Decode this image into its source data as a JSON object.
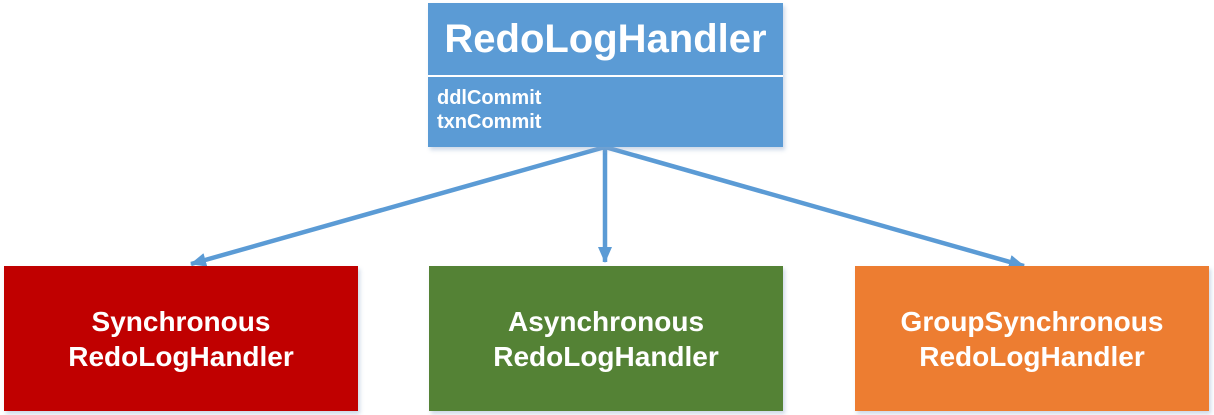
{
  "colors": {
    "parent_blue": "#5B9BD5",
    "synchronous_red": "#C00000",
    "asynchronous_green": "#548235",
    "group_synchronous_orange": "#ED7D31",
    "arrow_blue": "#5B9BD5"
  },
  "parent": {
    "name": "RedoLogHandler",
    "methods": [
      "ddlCommit",
      "txnCommit"
    ]
  },
  "children": [
    {
      "line1": "Synchronous",
      "line2": "RedoLogHandler"
    },
    {
      "line1": "Asynchronous",
      "line2": "RedoLogHandler"
    },
    {
      "line1": "GroupSynchronous",
      "line2": "RedoLogHandler"
    }
  ]
}
